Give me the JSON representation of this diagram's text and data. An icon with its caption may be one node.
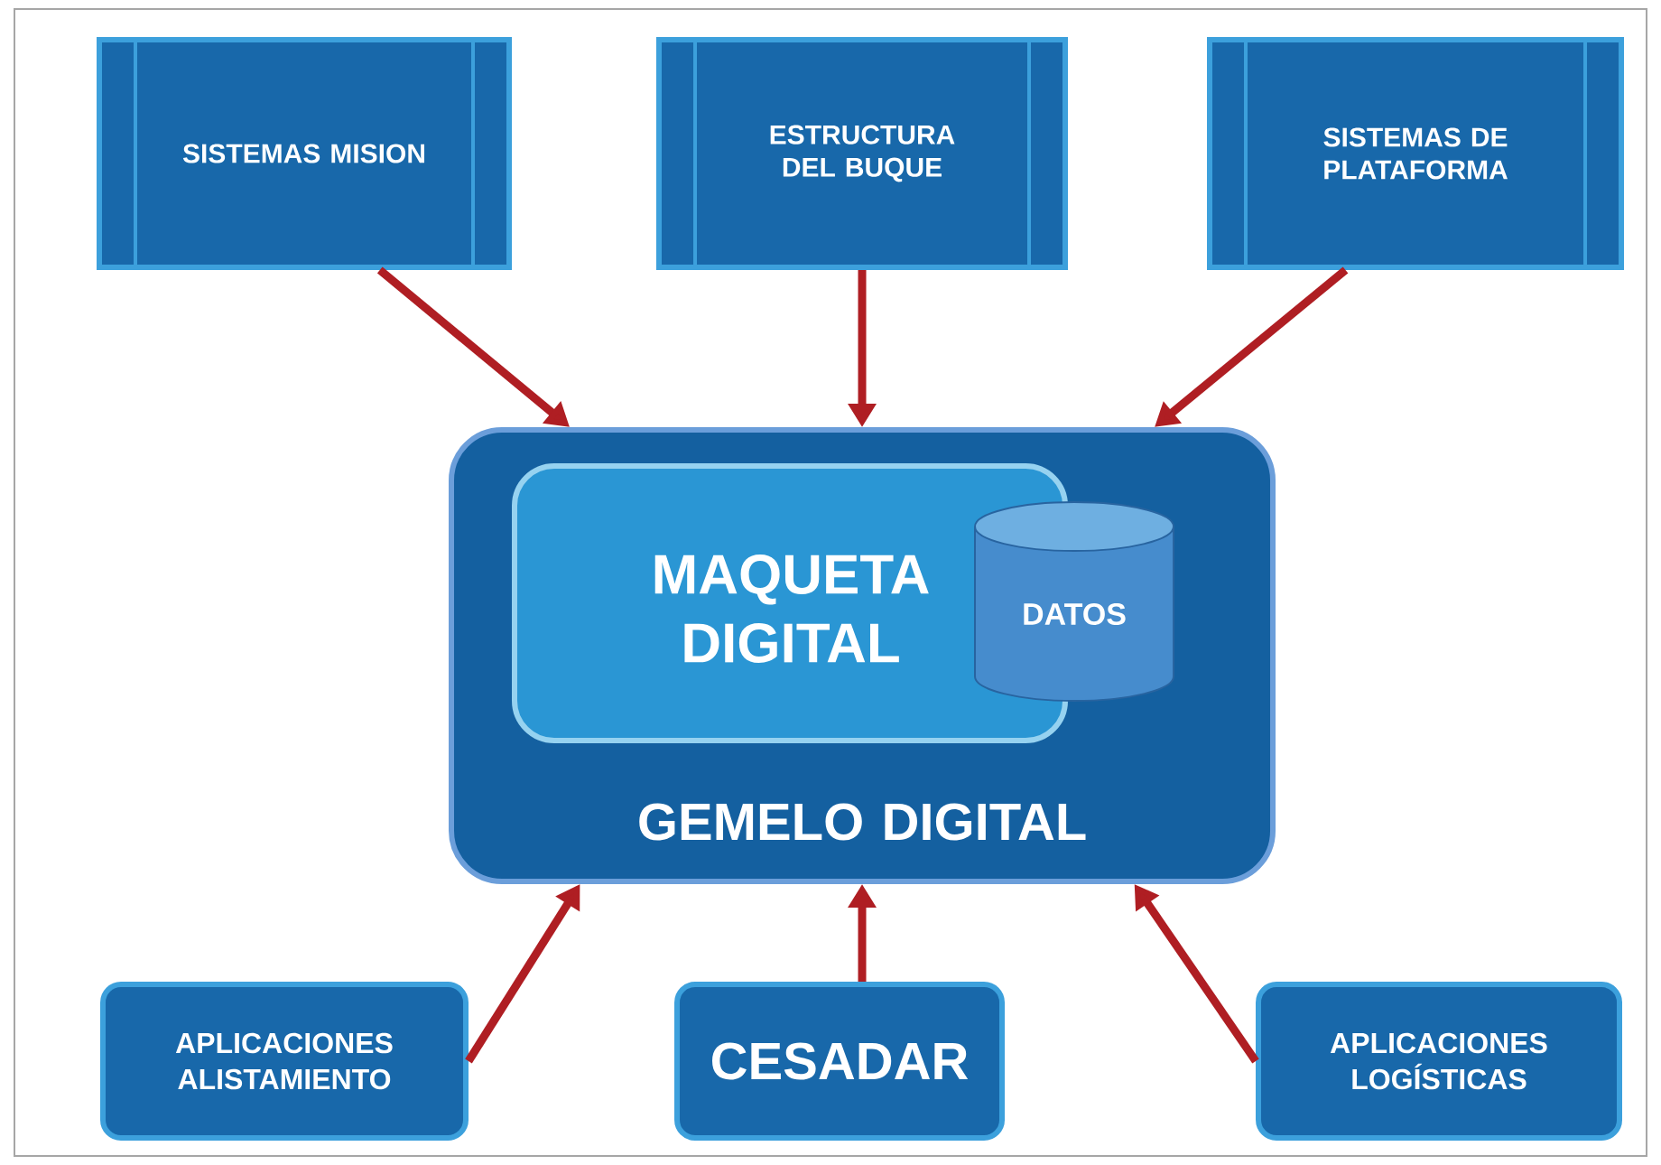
{
  "diagram": {
    "nodes": [
      {
        "text": [
          "SISTEMAS MISION"
        ]
      },
      {
        "text": [
          "ESTRUCTURA DEL BUQUE"
        ]
      },
      {
        "text": [
          "SISTEMAS DE PLATAFORMA"
        ]
      },
      {
        "text": [
          "GEMELO DIGITAL"
        ]
      },
      {
        "text": [
          "MAQUETA DIGITAL"
        ],
        "in": 3
      },
      {
        "text": [
          "DATOS"
        ],
        "in": 3
      },
      {
        "text": [
          "APLICACIONES ALISTAMIENTO"
        ]
      },
      {
        "text": [
          "CESADAR"
        ]
      },
      {
        "text": [
          "APLICACIONES LOGÍSTICAS"
        ]
      }
    ],
    "edges": [
      {
        "from": 0,
        "to": 3,
        "arrow": "to"
      },
      {
        "from": 1,
        "to": 3,
        "arrow": "to"
      },
      {
        "from": 2,
        "to": 3,
        "arrow": "to"
      },
      {
        "from": 6,
        "to": 3,
        "arrow": "to"
      },
      {
        "from": 7,
        "to": 3,
        "arrow": "to"
      },
      {
        "from": 8,
        "to": 3,
        "arrow": "to"
      }
    ]
  }
}
